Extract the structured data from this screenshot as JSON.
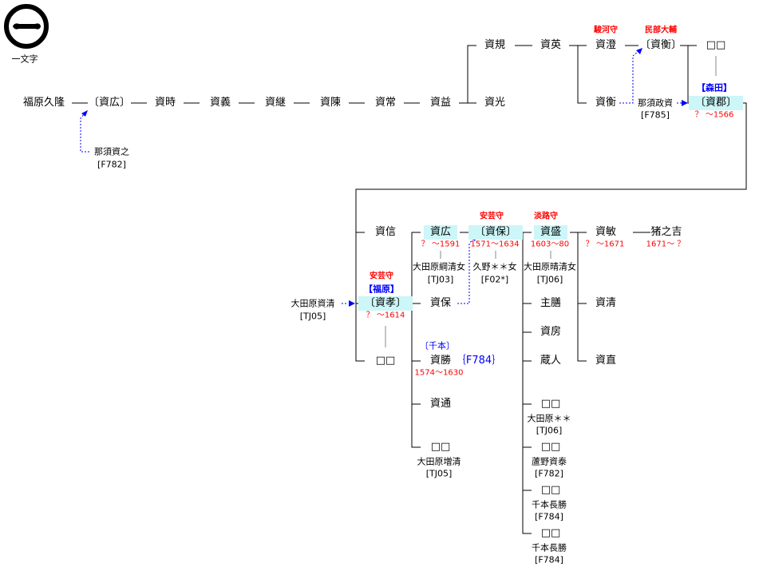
{
  "crest": {
    "label": "一文字"
  },
  "row1": [
    "福原久隆",
    "〔資広〕",
    "資時",
    "資義",
    "資継",
    "資陳",
    "資常",
    "資益"
  ],
  "branch1": {
    "upper": [
      "資規",
      "資英"
    ],
    "lower": "資光"
  },
  "branch2": {
    "upper": "資澄",
    "upper_title": "駿河守",
    "lower": "資衡"
  },
  "sukehira2": {
    "name": "〔資衡〕",
    "title": "民部大輔"
  },
  "adopt1": {
    "name": "那須資之",
    "ref": "[F782]"
  },
  "adopt2": {
    "name": "那須政資",
    "ref": "[F785]"
  },
  "branch3": {
    "upper": "□□",
    "lower": "〔資郡〕",
    "lower_clan": "【森田】",
    "lower_dates": "？ ～1566"
  },
  "gen2": {
    "sukenobu": "資信",
    "suketaka": {
      "name": "〔資孝〕",
      "title": "安芸守",
      "clan": "【福原】",
      "dates": "？ ～1614"
    },
    "adopt": {
      "name": "大田原資清",
      "ref": "[TJ05]"
    },
    "bottom": "□□"
  },
  "gen3": {
    "sukehiro": {
      "name": "資広",
      "dates": "？ ～1591",
      "wife": "大田原綱清女",
      "wife_ref": "[TJ03]"
    },
    "sukeyasu": "資保",
    "sukekatsu": {
      "clan": "〔千本〕",
      "name": "資勝",
      "ref": "｛F784｝",
      "dates": "1574～1630"
    },
    "sukemichi": "資通",
    "last": {
      "name": "□□",
      "spouse": "大田原増清",
      "ref": "[TJ05]"
    }
  },
  "sukeyasu2": {
    "name": "〔資保〕",
    "title": "安芸守",
    "dates": "1571～1634",
    "wife": "久野＊＊女",
    "wife_ref": "[F02*]"
  },
  "gen4": {
    "sukemori": {
      "name": "資盛",
      "title": "淡路守",
      "dates": "1603～80",
      "wife": "大田原晴清女",
      "wife_ref": "[TJ06]"
    },
    "others": [
      "主膳",
      "資房",
      "蔵人"
    ],
    "daughters": [
      {
        "name": "□□",
        "spouse": "大田原＊＊",
        "ref": "[TJ06]"
      },
      {
        "name": "□□",
        "spouse": "蘆野資泰",
        "ref": "[F782]"
      },
      {
        "name": "□□",
        "spouse": "千本長勝",
        "ref": "[F784]"
      },
      {
        "name": "□□",
        "spouse": "千本長勝",
        "ref": "[F784]"
      }
    ]
  },
  "gen5": {
    "suketoshi": {
      "name": "資敏",
      "dates": "？ ～1671"
    },
    "inokichi": {
      "name": "猪之吉",
      "dates": "1671～ ？"
    },
    "others": [
      "資清",
      "資直"
    ]
  },
  "colors": {
    "highlight": "#ccf6f8",
    "title": "#ff0000",
    "clan": "#0000ff"
  }
}
